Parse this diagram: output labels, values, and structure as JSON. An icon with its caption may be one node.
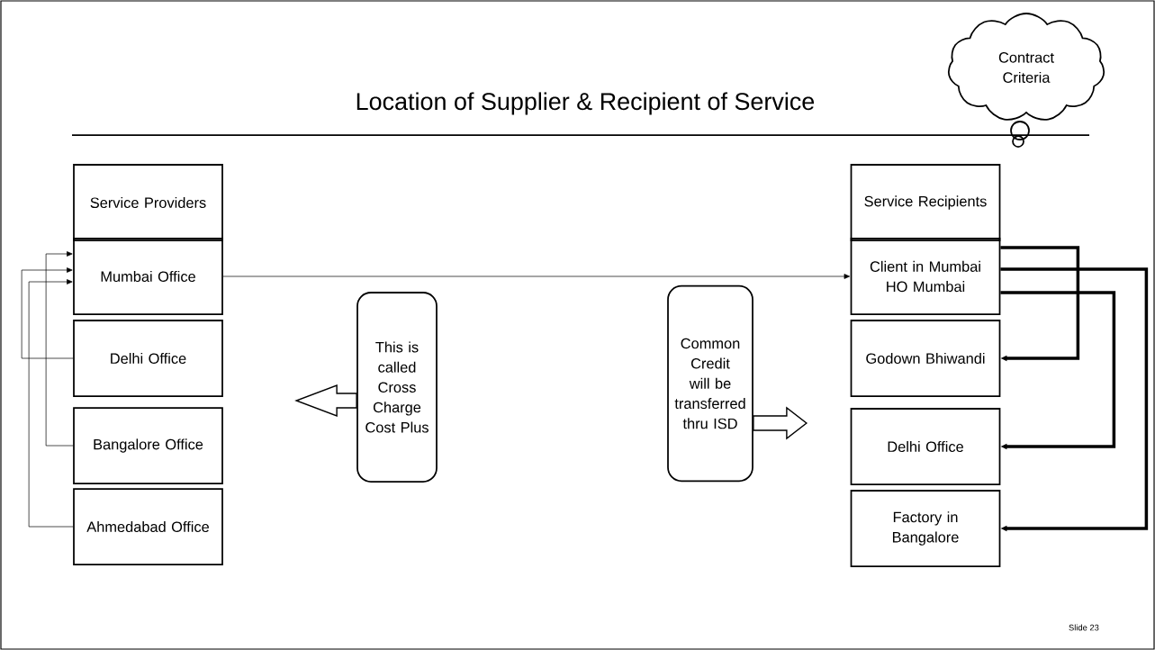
{
  "diagram": {
    "title": "Location of Supplier & Recipient of Service",
    "nodes": [
      {
        "text": [
          "Contract Criteria"
        ]
      },
      {
        "text": [
          "Service Providers"
        ]
      },
      {
        "text": [
          "Service Recipients"
        ]
      },
      {
        "text": [
          "Mumbai Office"
        ]
      },
      {
        "text": [
          "Client in Mumbai",
          "HO Mumbai"
        ]
      },
      {
        "text": [
          "Delhi Office"
        ]
      },
      {
        "text": [
          "This is called Cross Charge Cost Plus"
        ]
      },
      {
        "text": [
          "Common Credit will be transferred thru ISD"
        ]
      },
      {
        "text": [
          "Godown Bhiwandi"
        ]
      },
      {
        "text": [
          "Bangalore Office"
        ]
      },
      {
        "text": [
          "Delhi Office"
        ]
      },
      {
        "text": [
          "Ahmedabad Office"
        ]
      },
      {
        "text": [
          "Factory in Bangalore"
        ]
      }
    ],
    "edges": [
      {
        "from": 3,
        "to": 4,
        "arrow": "to"
      },
      {
        "from": 5,
        "to": 3,
        "arrow": "to"
      },
      {
        "from": 9,
        "to": 3,
        "arrow": "to"
      },
      {
        "from": 11,
        "to": 3,
        "arrow": "to"
      },
      {
        "from": 4,
        "to": 8,
        "arrow": "to",
        "style": "thick"
      },
      {
        "from": 4,
        "to": 12,
        "arrow": "to",
        "style": "thick"
      },
      {
        "from": 4,
        "to": 10,
        "arrow": "to",
        "style": "thick"
      },
      {
        "from": 6,
        "to": null,
        "arrow": "to"
      },
      {
        "from": 7,
        "to": null,
        "arrow": "to"
      }
    ],
    "labels": [
      "Slide 23"
    ]
  }
}
